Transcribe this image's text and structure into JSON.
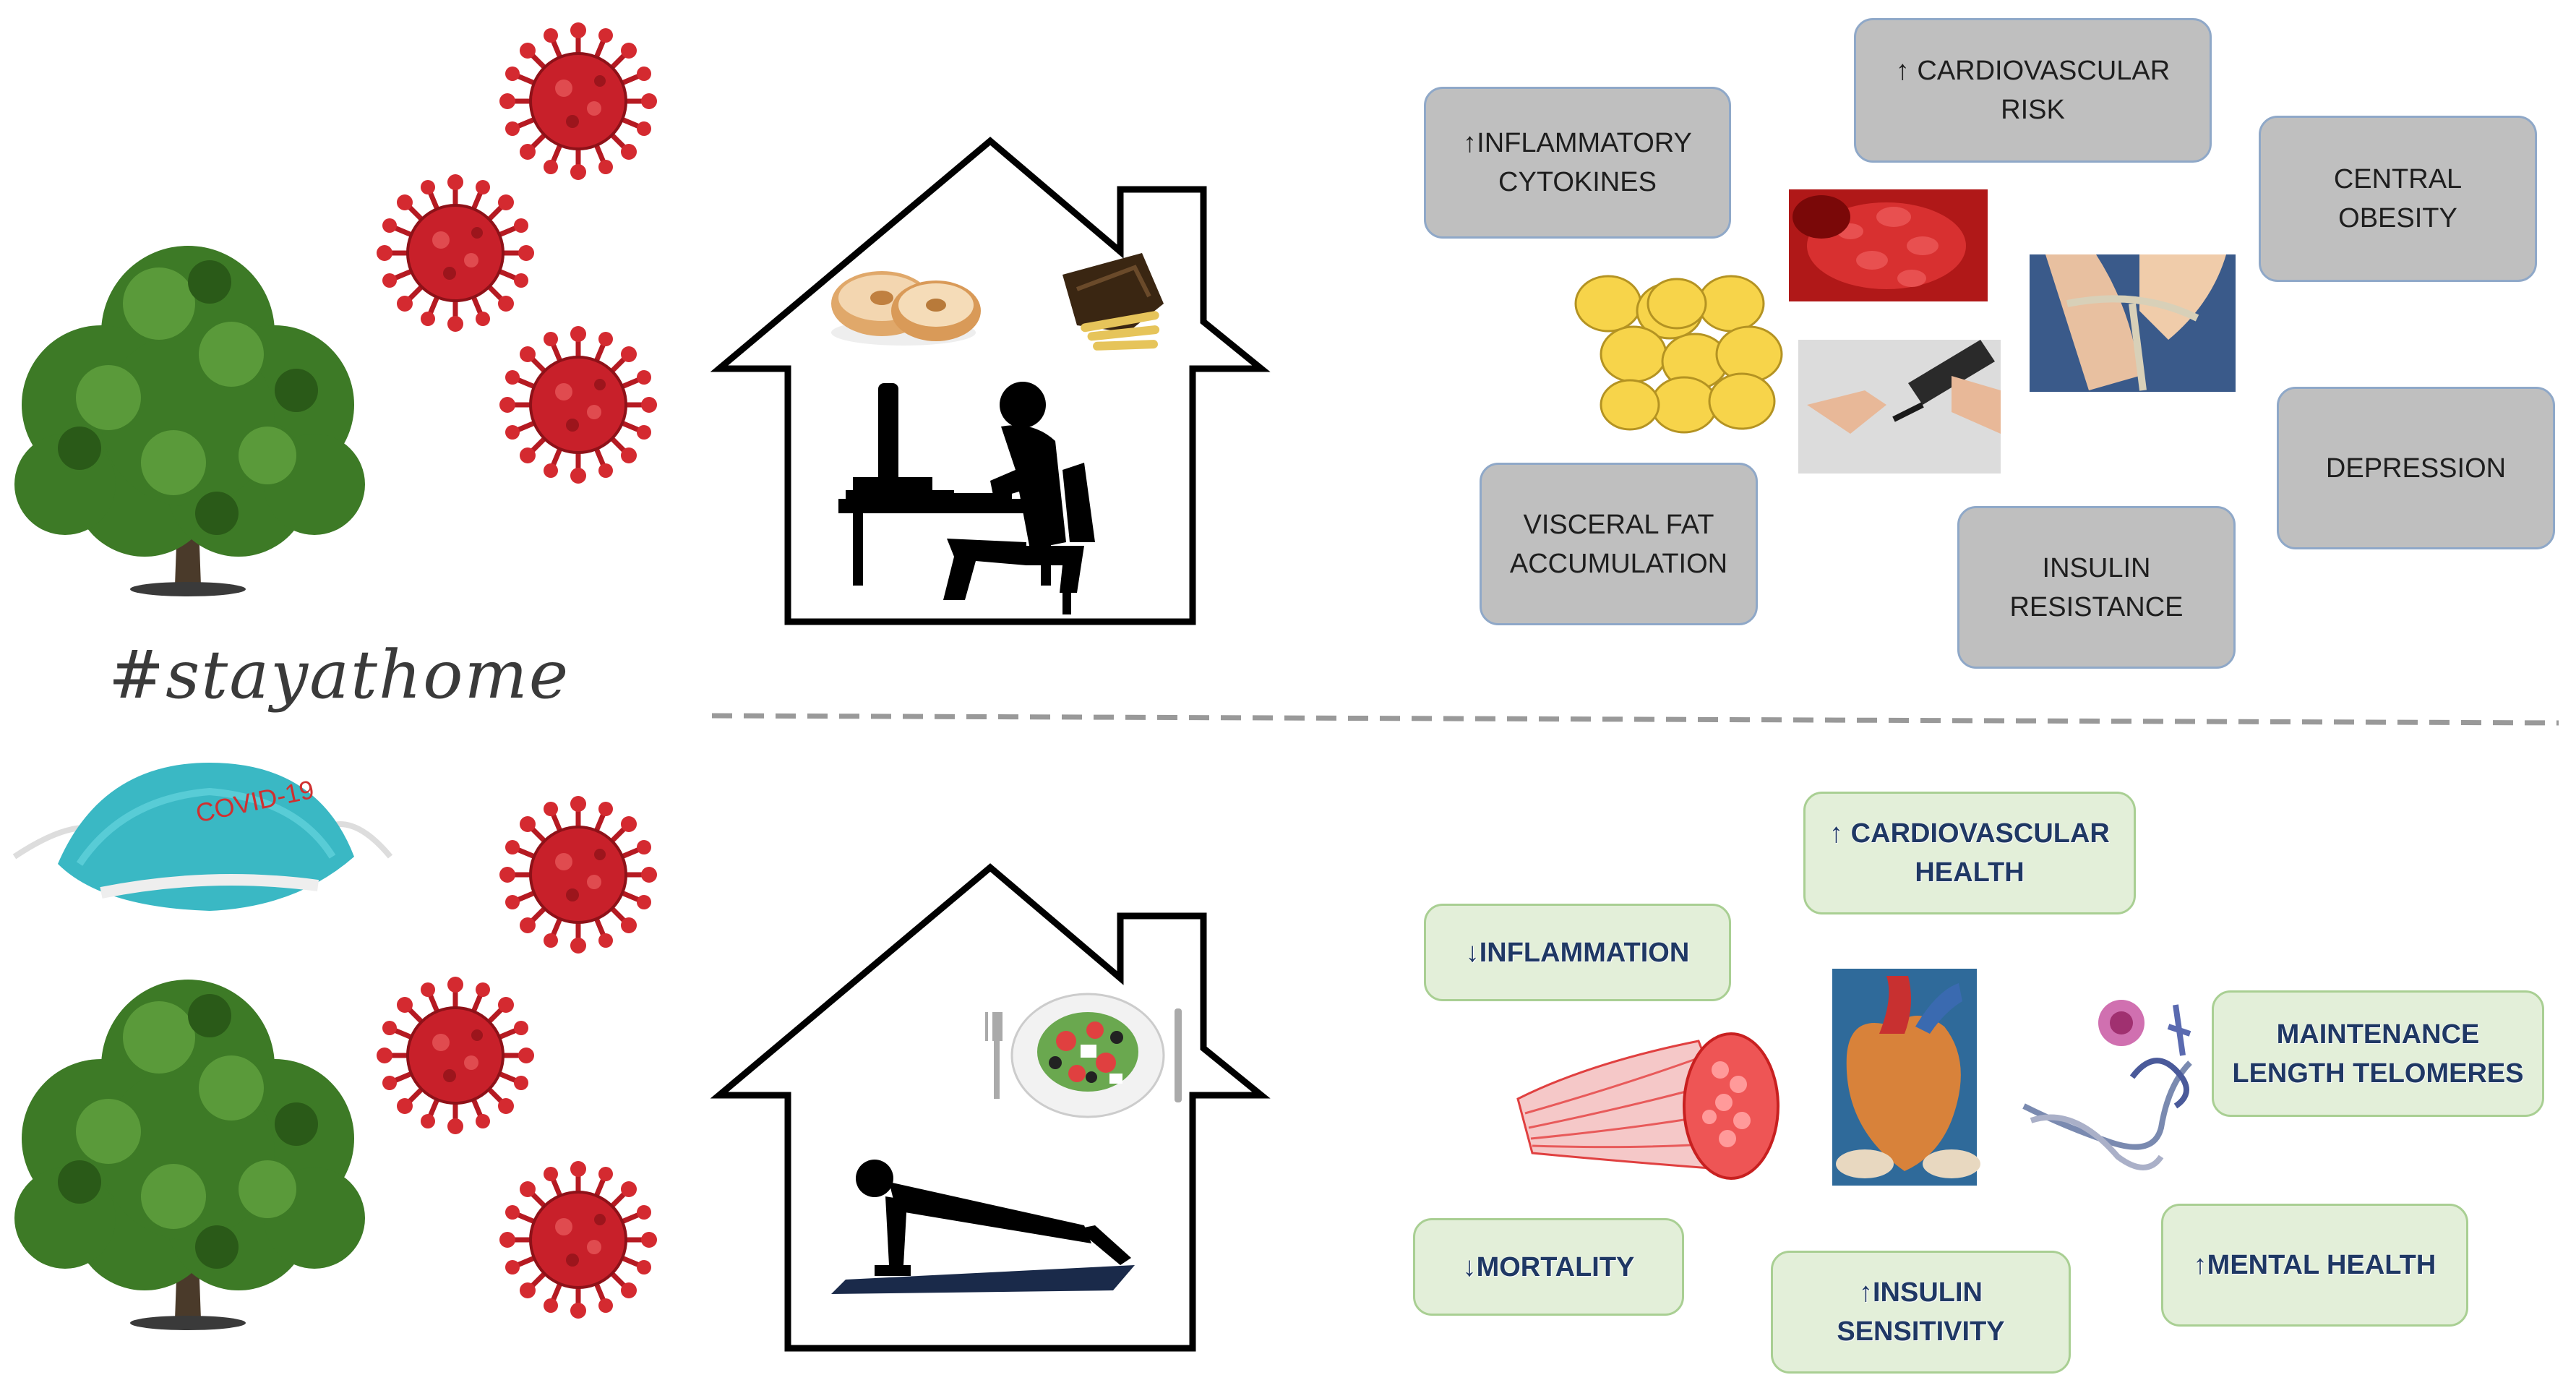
{
  "hashtag": "#stayathome",
  "mask_text": "COVID-19",
  "colors": {
    "grey_box": "#bfbfbf",
    "green_box": "#e3efd9",
    "virus": "#c8202a",
    "tree": "#3d7a26",
    "green_text": "#1f3864"
  },
  "top_effects": {
    "inflammatory_cytokines": "↑INFLAMMATORY\nCYTOKINES",
    "cardiovascular_risk": "↑ CARDIOVASCULAR\nRISK",
    "central_obesity": "CENTRAL\nOBESITY",
    "visceral_fat": "VISCERAL FAT\nACCUMULATION",
    "insulin_resistance": "INSULIN\nRESISTANCE",
    "depression": "DEPRESSION"
  },
  "bottom_effects": {
    "cardiovascular_health": "↑ CARDIOVASCULAR\nHEALTH",
    "inflammation": "↓INFLAMMATION",
    "telomeres": "MAINTENANCE\nLENGTH TELOMERES",
    "mortality": "↓MORTALITY",
    "insulin_sensitivity": "↑INSULIN\nSENSITIVITY",
    "mental_health": "↑MENTAL HEALTH"
  },
  "icons": {
    "virus": "virus-icon",
    "tree": "tree-icon",
    "house": "house-icon",
    "mask": "face-mask-icon",
    "donuts": "donuts-icon",
    "chips": "chips-icon",
    "desk_worker": "desk-worker-icon",
    "salad": "salad-plate-icon",
    "pushup": "pushup-icon",
    "fat_cells": "fat-cells-icon",
    "blood_cells": "blood-cells-icon",
    "glucose_test": "glucose-test-icon",
    "belly": "waist-measure-icon",
    "muscle": "muscle-fiber-icon",
    "heart": "heart-model-icon",
    "dna": "dna-telomere-icon"
  }
}
